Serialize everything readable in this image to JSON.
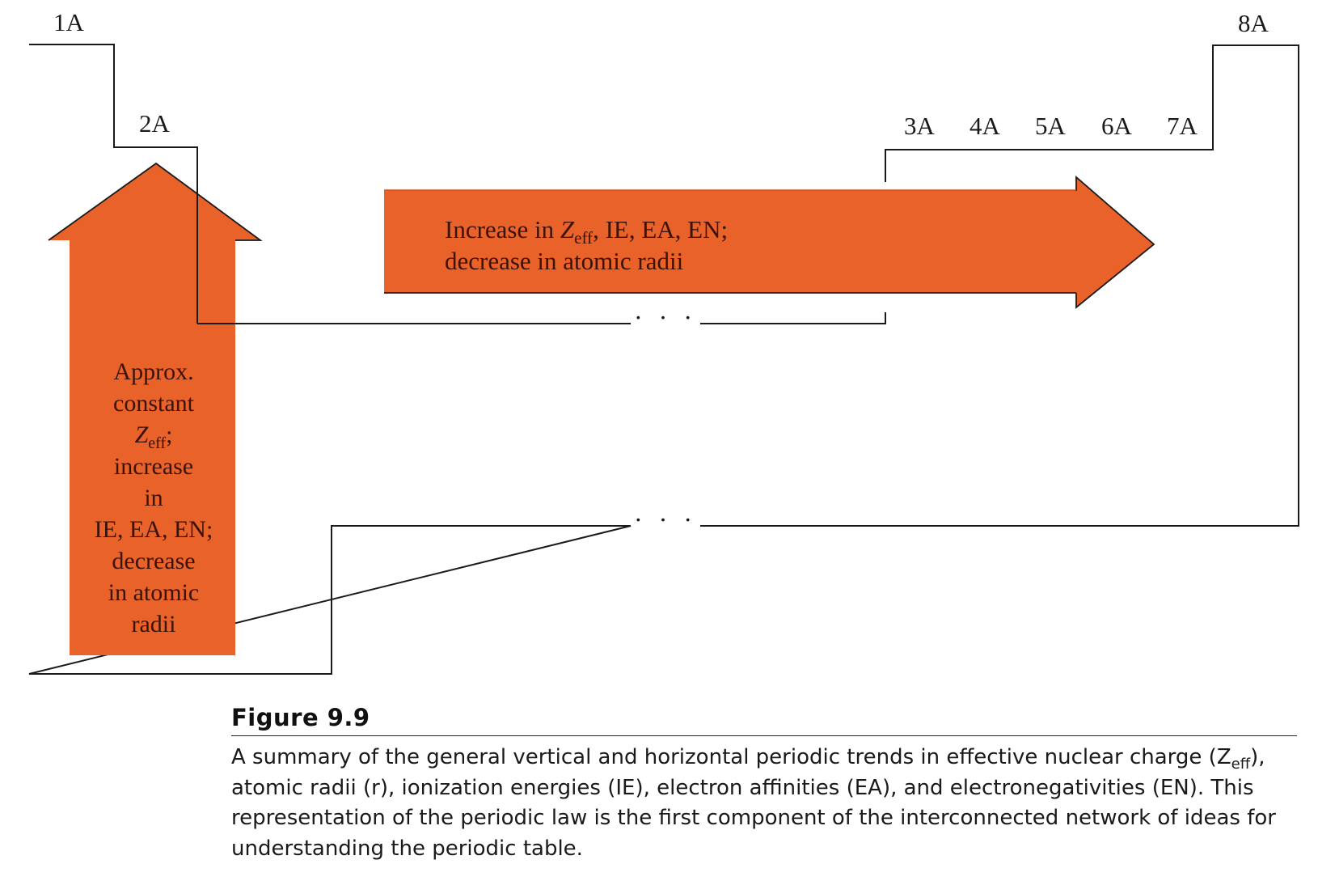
{
  "diagram": {
    "groups": {
      "g1A": "1A",
      "g2A": "2A",
      "g3A": "3A",
      "g4A": "4A",
      "g5A": "5A",
      "g6A": "6A",
      "g7A": "7A",
      "g8A": "8A"
    },
    "ellipsis": "· · ·",
    "horizontal_arrow": {
      "line1_prefix": "Increase in ",
      "z": "Z",
      "z_sub": "eff",
      "line1_suffix": ", IE, EA, EN;",
      "line2": "decrease in atomic radii"
    },
    "vertical_arrow": {
      "line1": "Approx.",
      "line2": "constant",
      "z": "Z",
      "z_sub": "eff",
      "z_suffix": ";",
      "line4": "increase",
      "line5": "in",
      "line6": "IE, EA, EN;",
      "line7": "decrease",
      "line8": "in atomic",
      "line9": "radii"
    },
    "colors": {
      "arrow_fill": "#e8622a",
      "arrow_outline": "#1a1a1a",
      "outline": "#1a1a1a"
    }
  },
  "figure": {
    "title": "Figure 9.9",
    "caption_part1": "A summary of the general vertical and horizontal periodic trends in effective nuclear charge (Z",
    "caption_sub": "eff",
    "caption_part2": "), atomic radii (r), ionization energies (IE), electron affinities (EA), and electronegativities (EN). This representation of the periodic law is the first component of the interconnected network of ideas for understanding the periodic table."
  }
}
